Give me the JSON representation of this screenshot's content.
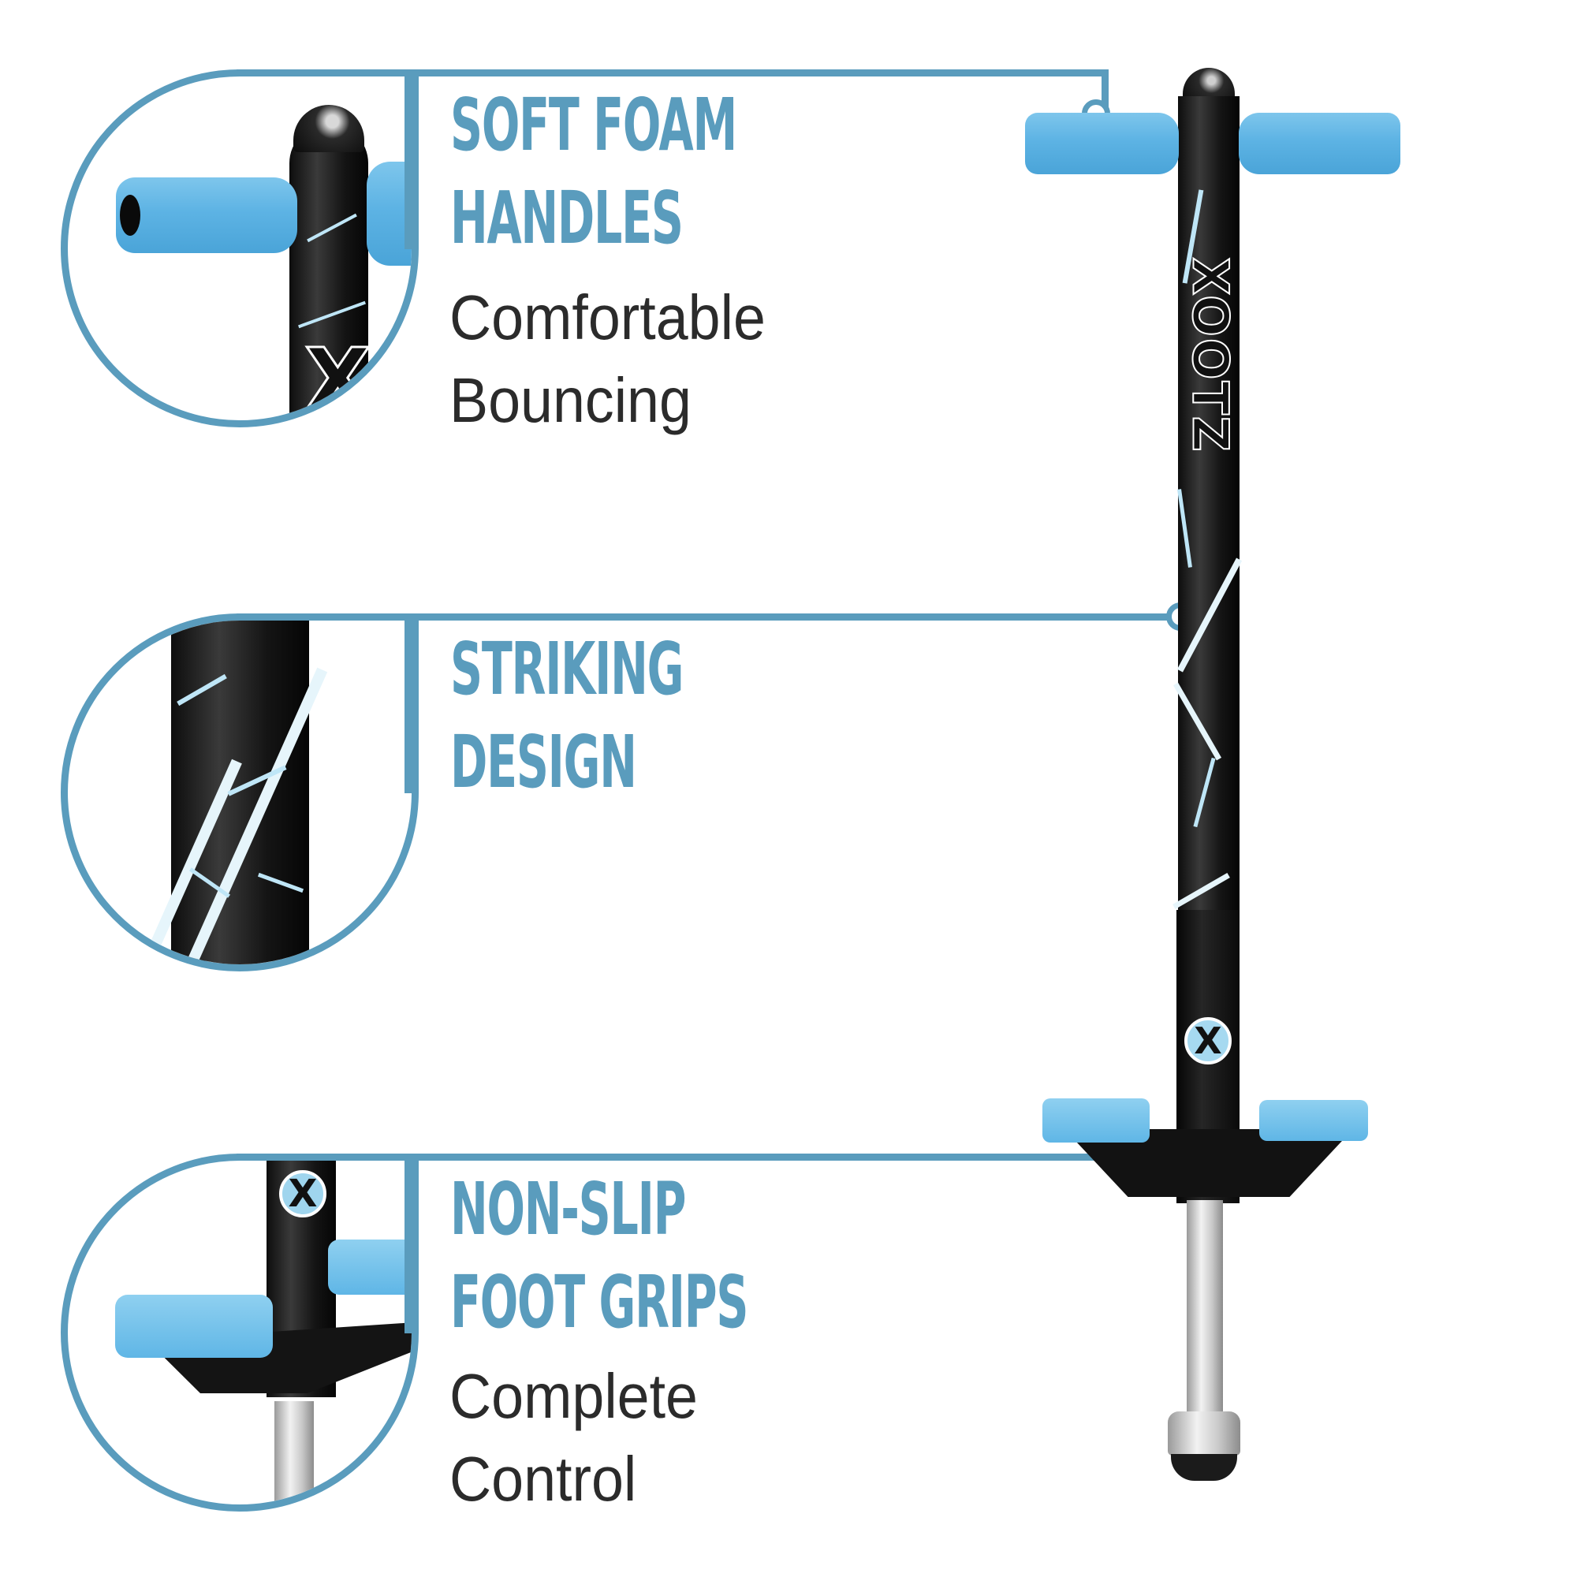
{
  "colors": {
    "accent": "#5a9cbd",
    "body_text": "#2b2b2b",
    "grip_blue": "#5db3e4",
    "pole_black": "#111111"
  },
  "features": [
    {
      "title_line1": "SOFT FOAM",
      "title_line2": "HANDLES",
      "subtitle_line1": "Comfortable",
      "subtitle_line2": "Bouncing"
    },
    {
      "title_line1": "STRIKING",
      "title_line2": "DESIGN"
    },
    {
      "title_line1": "NON-SLIP",
      "title_line2": "FOOT GRIPS",
      "subtitle_line1": "Complete",
      "subtitle_line2": "Control"
    }
  ],
  "product": {
    "logo_text": "XOOTZ",
    "emblem": "X"
  }
}
